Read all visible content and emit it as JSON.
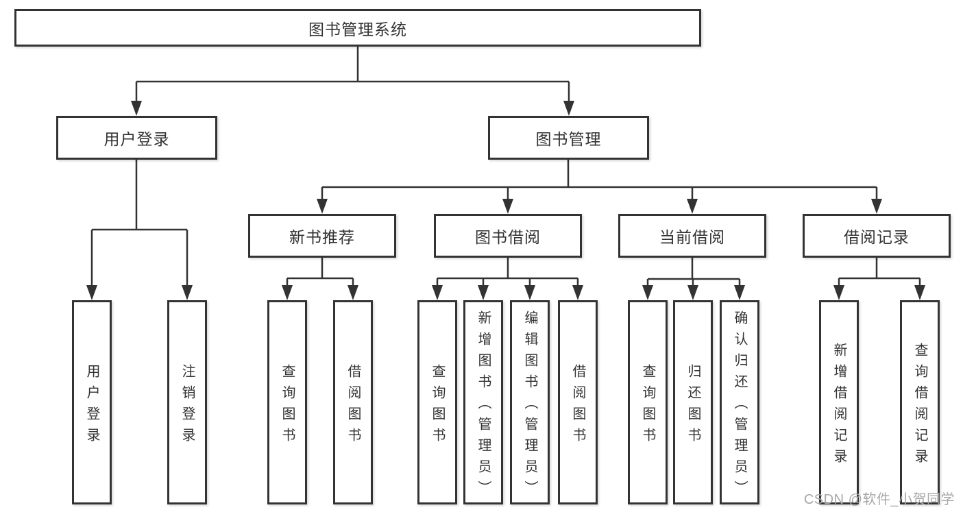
{
  "diagram": {
    "root_label": "图书管理系统",
    "level2": {
      "user_login": "用户登录",
      "book_management": "图书管理"
    },
    "level3": {
      "new_book_recommend": "新书推荐",
      "book_borrow": "图书借阅",
      "current_borrow": "当前借阅",
      "borrow_record": "借阅记录"
    },
    "leaves": {
      "user_login": "用户登录",
      "logout": "注销登录",
      "recommend_query_book": "查询图书",
      "recommend_borrow_book": "借阅图书",
      "borrow_query_book": "查询图书",
      "borrow_add_book_admin": "新增图书（管理员）",
      "borrow_edit_book_admin": "编辑图书（管理员）",
      "borrow_borrow_book": "借阅图书",
      "current_query_book": "查询图书",
      "current_return_book": "归还图书",
      "current_confirm_return_admin": "确认归还（管理员）",
      "record_add_record": "新增借阅记录",
      "record_query_record": "查询借阅记录"
    },
    "watermark": "CSDN @软件_小贺同学",
    "colors": {
      "line": "#333333",
      "box_border": "#333333",
      "text": "#333333",
      "watermark_text": "#a8a8a8",
      "background": "#ffffff"
    }
  }
}
